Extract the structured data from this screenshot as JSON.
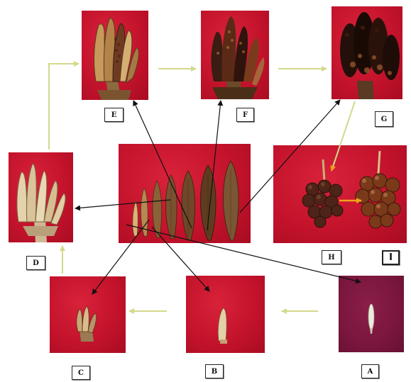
{
  "labels": {
    "A": "A",
    "B": "B",
    "C": "C",
    "D": "D",
    "E": "E",
    "F": "F",
    "G": "G",
    "H": "H",
    "I": "I"
  },
  "colors": {
    "background_red": "#c4132c",
    "background_maroon": "#7a163e",
    "sequence_arrow": "#d4d98a",
    "highlight_arrow": "#f2a21a",
    "link_arrow": "#111111"
  }
}
